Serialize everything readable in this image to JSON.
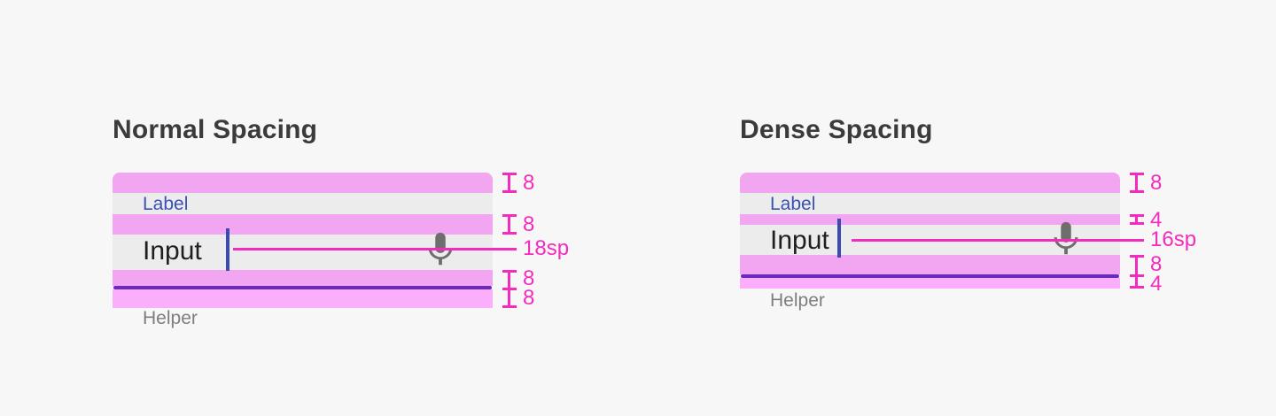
{
  "panels": [
    {
      "title": "Normal Spacing",
      "label": "Label",
      "input": "Input",
      "helper": "Helper",
      "gap_above_label": "8",
      "gap_label_to_input": "8",
      "input_text_size": "18sp",
      "gap_input_to_underline": "8",
      "gap_below_underline": "8"
    },
    {
      "title": "Dense Spacing",
      "label": "Label",
      "input": "Input",
      "helper": "Helper",
      "gap_above_label": "8",
      "gap_label_to_input": "4",
      "input_text_size": "16sp",
      "gap_input_to_underline": "8",
      "gap_below_underline": "4"
    }
  ],
  "icons": {
    "trailing": "mic-icon"
  },
  "colors": {
    "background": "#F7F7F7",
    "title_text": "#3B3B3B",
    "field_fill": "#ECECEC",
    "bar_pink": "#F2A5F0",
    "bar_pink_bright": "#FBAEFB",
    "underline_purple": "#6A2ABD",
    "label_indigo": "#3C51B5",
    "input_black": "#1F1F1F",
    "cursor_indigo": "#3A4CB1",
    "helper_gray": "#7E7E7E",
    "measure_pink": "#F32BBE",
    "mic_gray": "#6E6E6E"
  }
}
